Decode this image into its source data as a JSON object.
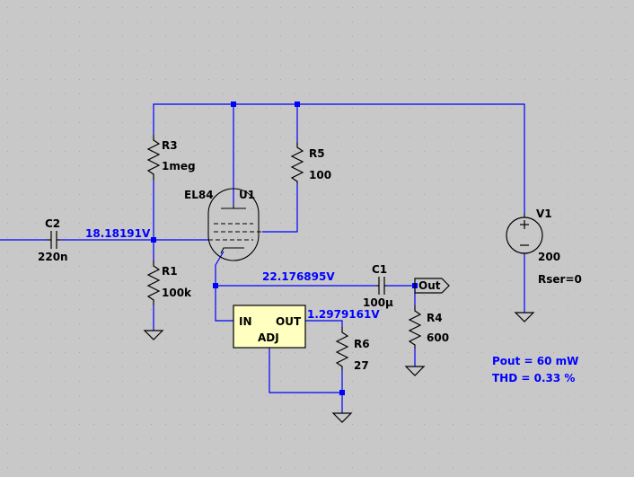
{
  "components": {
    "r3": {
      "ref": "R3",
      "value": "1meg"
    },
    "r5": {
      "ref": "R5",
      "value": "100"
    },
    "r1": {
      "ref": "R1",
      "value": "100k"
    },
    "r4": {
      "ref": "R4",
      "value": "600"
    },
    "r6": {
      "ref": "R6",
      "value": "27"
    },
    "c2": {
      "ref": "C2",
      "value": "220n"
    },
    "c1": {
      "ref": "C1",
      "value": "100µ"
    },
    "u1": {
      "ref": "U1",
      "model": "EL84"
    },
    "v1": {
      "ref": "V1",
      "value": "200",
      "param": "Rser=0"
    },
    "regulator": {
      "in": "IN",
      "out": "OUT",
      "adj": "ADJ"
    },
    "out_port": {
      "label": "Out"
    }
  },
  "node_voltages": {
    "grid": "18.18191V",
    "cathode": "22.176895V",
    "reg_out": "1.2979161V"
  },
  "results": {
    "pout": "Pout = 60 mW",
    "thd": "THD = 0.33 %"
  },
  "colors": {
    "background": "#c8c8c8",
    "wire": "#0000ff",
    "component": "#000000",
    "regulator_fill": "#ffffc0"
  }
}
